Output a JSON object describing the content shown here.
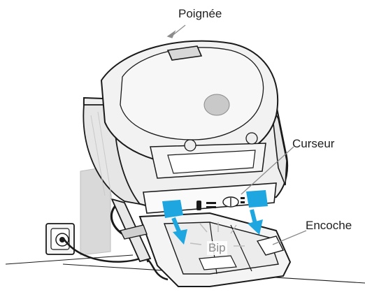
{
  "labels": {
    "handle": "Poignée",
    "slider": "Curseur",
    "notch": "Encoche",
    "beep": "Bip"
  },
  "colors": {
    "outline": "#1a1a1a",
    "body": "#f3f3f3",
    "shadow": "#dcdcdc",
    "accent": "#1ea6e0",
    "leader": "#8c8c8c"
  }
}
